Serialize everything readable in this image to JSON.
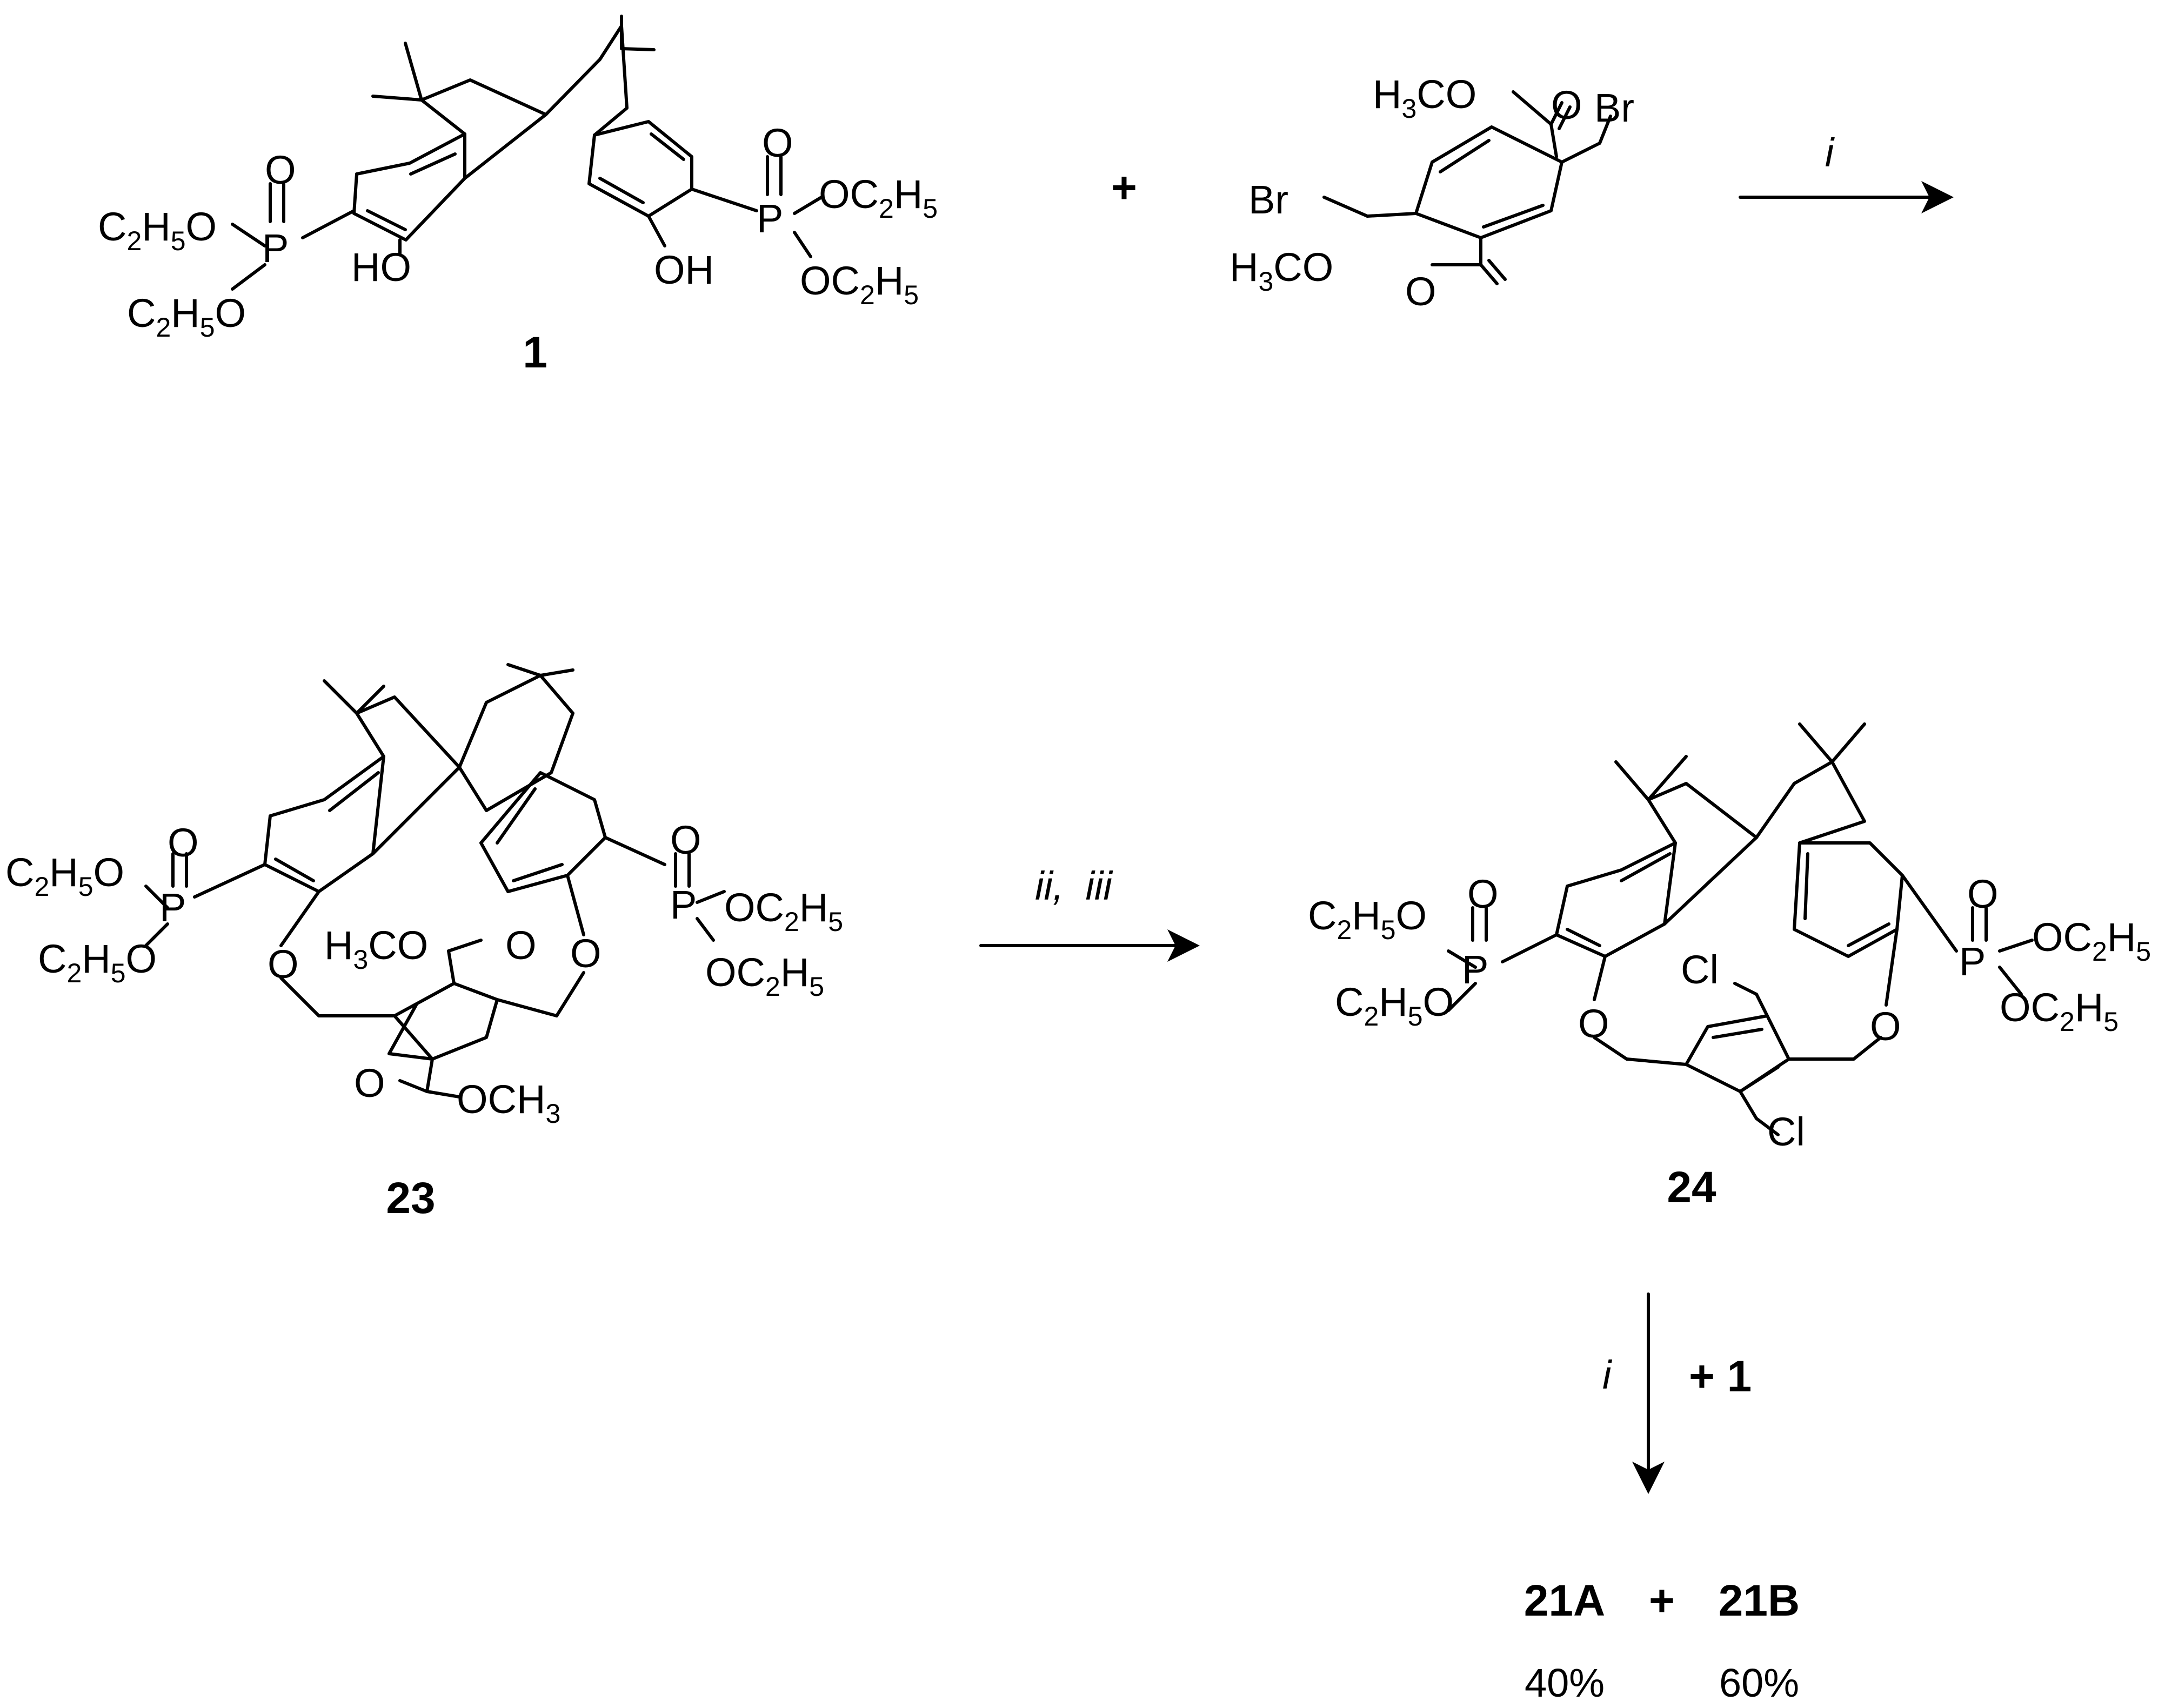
{
  "diagram": {
    "type": "reaction-scheme",
    "compounds": {
      "c1": {
        "number": "1"
      },
      "c23": {
        "number": "23"
      },
      "c24": {
        "number": "24"
      },
      "p21a": {
        "number": "21A",
        "yield": "40%"
      },
      "p21b": {
        "number": "21B",
        "yield": "60%"
      }
    },
    "groups": {
      "ester": "OC",
      "ester_prefix": "C",
      "carbon": "C",
      "sub2": "2",
      "sub3": "3",
      "sub5": "5",
      "h": "H",
      "o_link": "O",
      "phosphorus": "P",
      "oxygen": "O",
      "hydroxyl_left": "HO",
      "hydroxyl_right": "OH",
      "bromine": "Br",
      "chlorine": "Cl",
      "methoxy_carbonyl": "CO",
      "methyl_ester": "OCH"
    },
    "plus_signs": {
      "top": "+",
      "bottom_reagent": "+ 1",
      "products": "+"
    },
    "reagents": {
      "step1": "i",
      "step2": "ii",
      "step2_sep": ",",
      "step3": "iii",
      "step4": "i"
    }
  }
}
